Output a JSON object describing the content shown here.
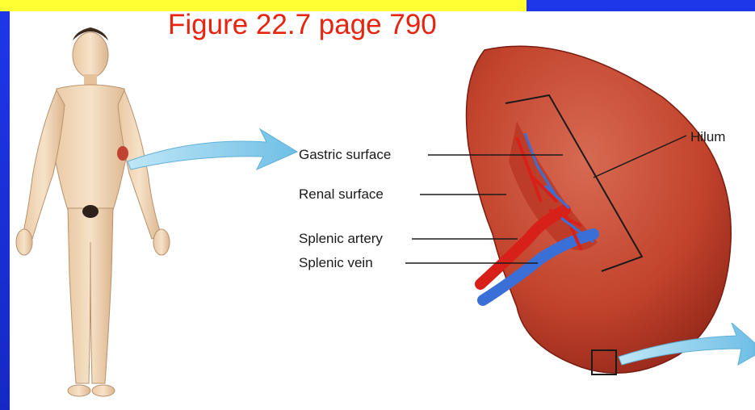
{
  "title": "Figure 22.7 page 790",
  "labels": {
    "gastric_surface": "Gastric surface",
    "renal_surface": "Renal surface",
    "splenic_artery": "Splenic artery",
    "splenic_vein": "Splenic vein",
    "hilum": "Hilum"
  },
  "colors": {
    "background_blue": "#1a2fd6",
    "title_red": "#e8230e",
    "spleen_red": "#c8452f",
    "artery_red": "#d8201a",
    "vein_blue": "#3a6fd8",
    "arrow_blue": "#8fd0ee"
  }
}
